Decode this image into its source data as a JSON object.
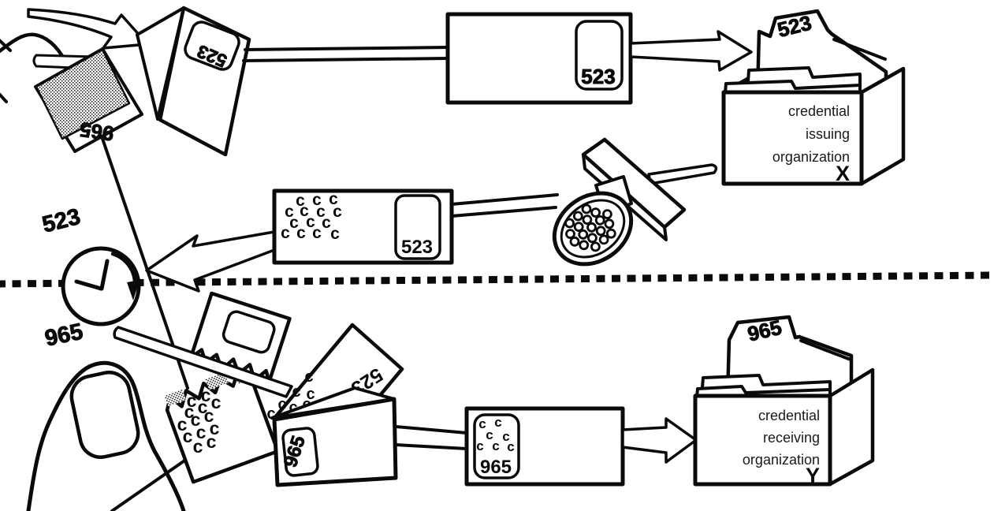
{
  "glyphs": {
    "c": "c"
  },
  "ids": {
    "issuing_pseudonym": "523",
    "receiving_pseudonym": "965"
  },
  "issuing_box": {
    "line1": "credential",
    "line2": "issuing",
    "line3": "organization",
    "letter": "X"
  },
  "receiving_box": {
    "line1": "credential",
    "line2": "receiving",
    "line3": "organization",
    "letter": "Y"
  },
  "colors": {
    "ink": "#0a0a0a",
    "paper": "#ffffff"
  }
}
